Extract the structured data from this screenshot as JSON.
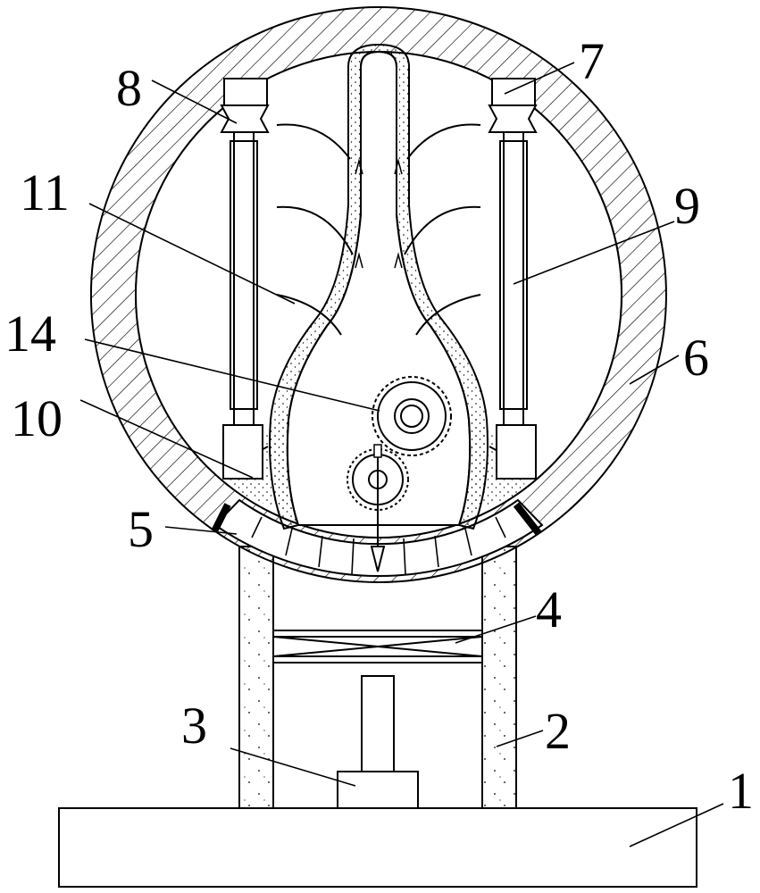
{
  "labels": {
    "base": "1",
    "support_frame": "2",
    "motor": "3",
    "crossbar": "4",
    "bearing_mark": "5",
    "drum_shell": "6",
    "top_bracket": "7",
    "left_bracket": "8",
    "rod": "9",
    "hopper": "10",
    "blade": "11",
    "gear": "14"
  }
}
